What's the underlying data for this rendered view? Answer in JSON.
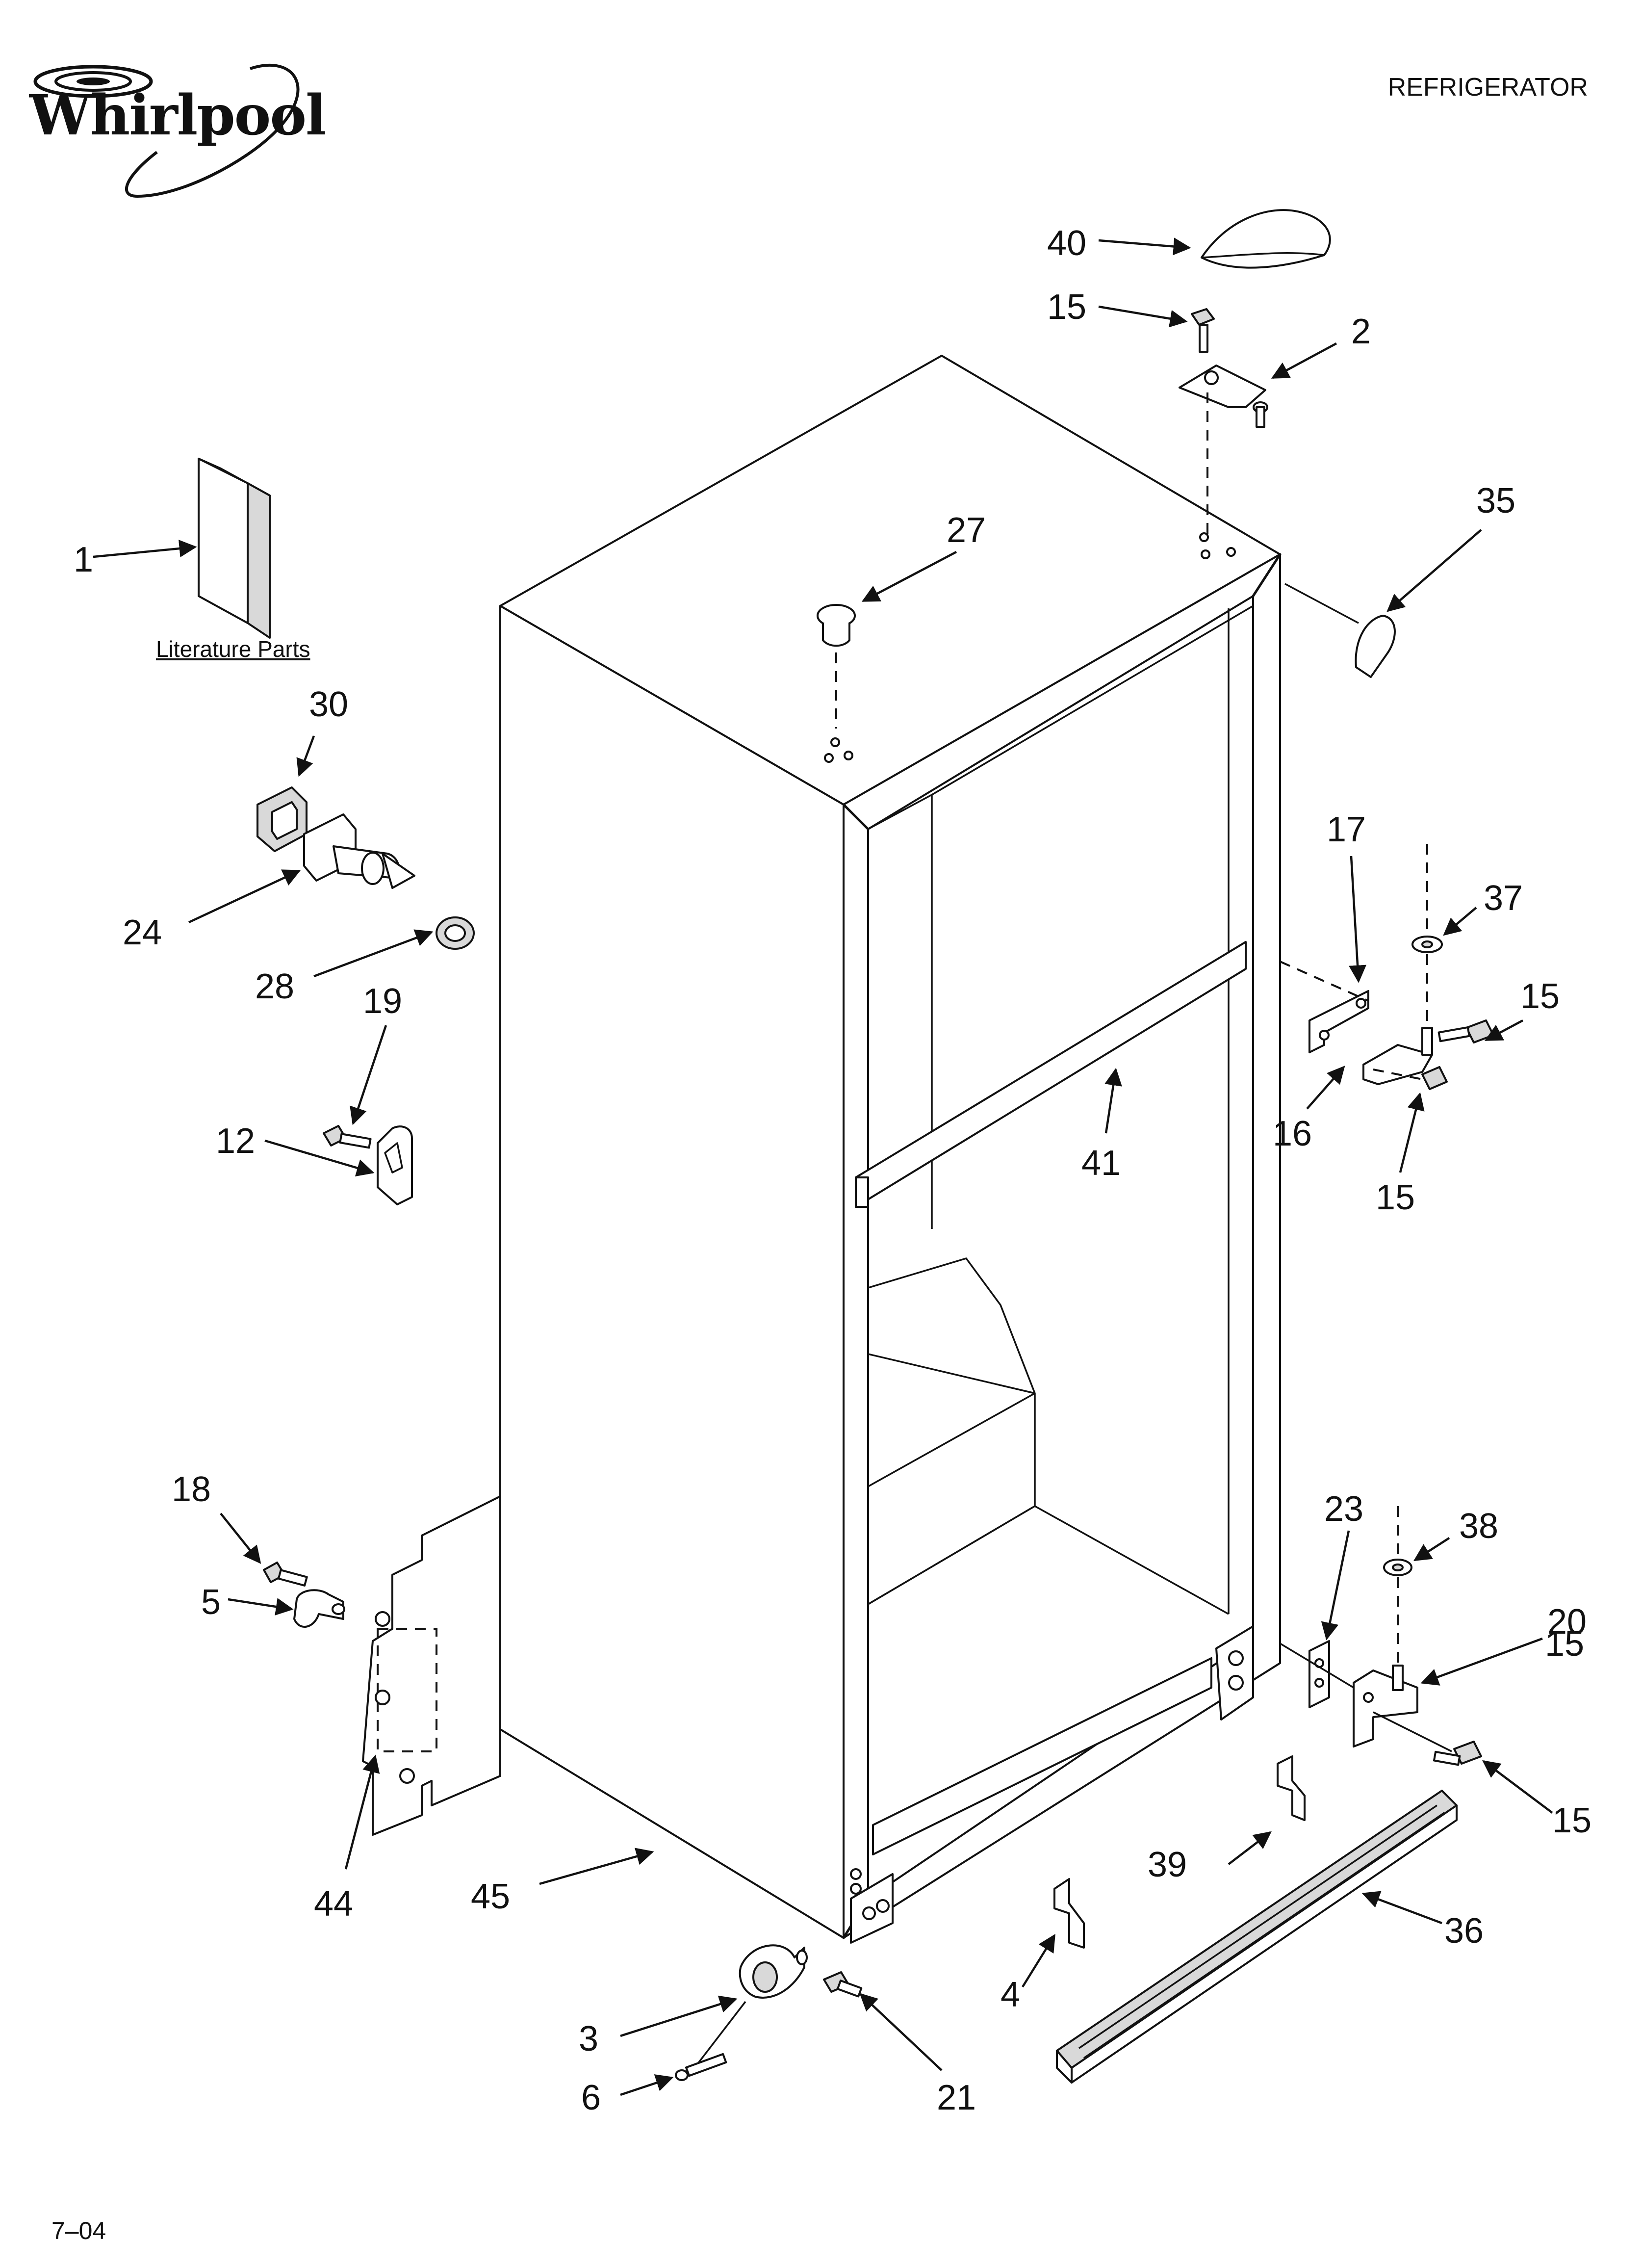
{
  "header": {
    "brand": "Whirlpool",
    "title": "REFRIGERATOR"
  },
  "literature_label": "Literature Parts",
  "footer": {
    "code": "7–04"
  },
  "callouts": [
    "1",
    "2",
    "3",
    "4",
    "5",
    "6",
    "12",
    "15",
    "15",
    "15",
    "15",
    "15",
    "16",
    "17",
    "18",
    "19",
    "20",
    "21",
    "23",
    "24",
    "27",
    "28",
    "30",
    "35",
    "36",
    "37",
    "38",
    "39",
    "40",
    "41",
    "44",
    "45"
  ]
}
